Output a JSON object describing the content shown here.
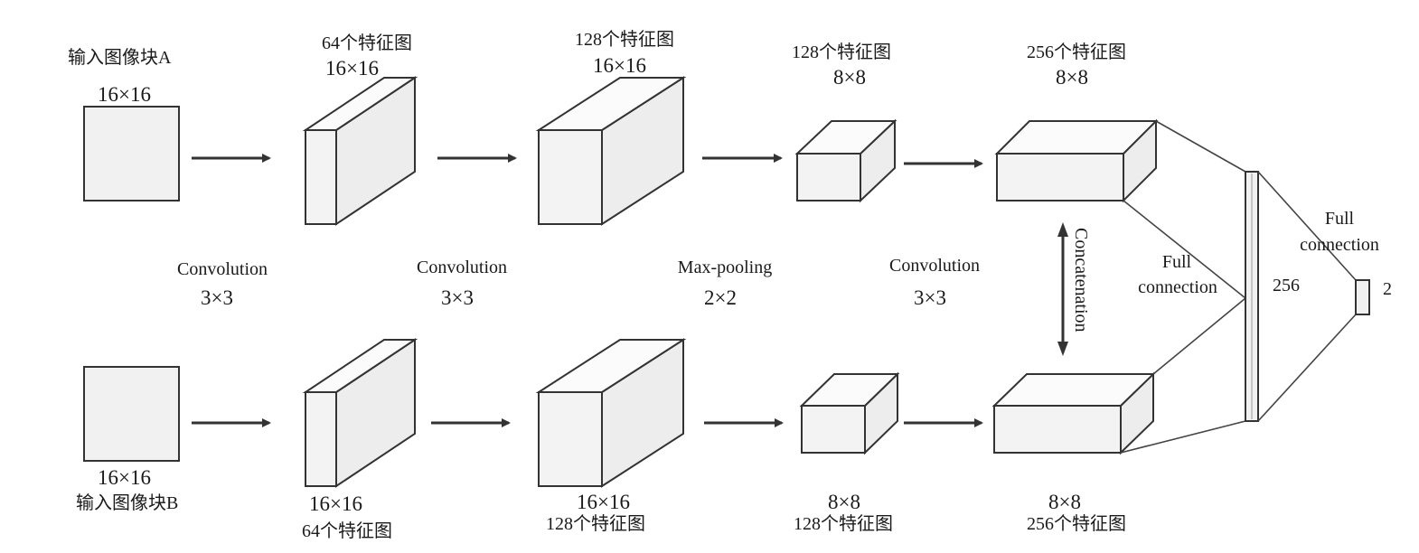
{
  "input_a": {
    "title": "输入图像块A",
    "size": "16×16"
  },
  "input_b": {
    "title": "输入图像块B",
    "size": "16×16"
  },
  "layers_top": [
    {
      "count": "64个特征图",
      "size": "16×16"
    },
    {
      "count": "128个特征图",
      "size": "16×16"
    },
    {
      "count": "128个特征图",
      "size": "8×8"
    },
    {
      "count": "256个特征图",
      "size": "8×8"
    }
  ],
  "layers_bottom": [
    {
      "count": "64个特征图",
      "size": "16×16"
    },
    {
      "count": "128个特征图",
      "size": "16×16"
    },
    {
      "count": "128个特征图",
      "size": "8×8"
    },
    {
      "count": "256个特征图",
      "size": "8×8"
    }
  ],
  "operations": [
    {
      "name": "Convolution",
      "kernel": "3×3"
    },
    {
      "name": "Convolution",
      "kernel": "3×3"
    },
    {
      "name": "Max-pooling",
      "kernel": "2×2"
    },
    {
      "name": "Convolution",
      "kernel": "3×3"
    }
  ],
  "concatenation": "Concatenation",
  "fc1": {
    "line1": "Full",
    "line2": "connection"
  },
  "fc_units": "256",
  "fc2": {
    "line1": "Full",
    "line2": "connection"
  },
  "output_units": "2"
}
